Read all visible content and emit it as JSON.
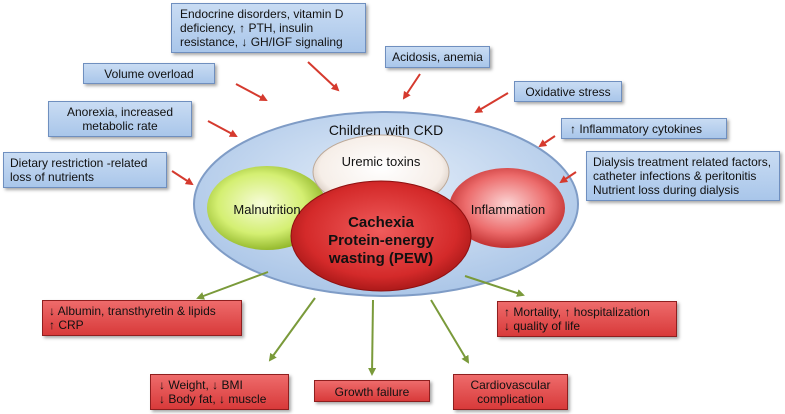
{
  "title": "Children with CKD",
  "ovals": {
    "uremic": "Uremic toxins",
    "malnutrition": "Malnutrition",
    "inflammation": "Inflammation",
    "cachexia": [
      "Cachexia",
      "Protein-energy",
      "wasting (PEW)"
    ]
  },
  "causes": {
    "endocrine": [
      "Endocrine disorders, vitamin D",
      "deficiency, ↑ PTH, insulin",
      "resistance, ↓ GH/IGF signaling"
    ],
    "acidosis": "Acidosis, anemia",
    "volume": "Volume overload",
    "oxidative": "Oxidative stress",
    "anorexia": [
      "Anorexia, increased",
      "metabolic rate"
    ],
    "cytokines": "↑  Inflammatory cytokines",
    "dietary": [
      "Dietary restriction -related",
      "loss of nutrients"
    ],
    "dialysis": [
      "Dialysis treatment related factors,",
      "catheter infections & peritonitis",
      "Nutrient loss during dialysis"
    ]
  },
  "outcomes": {
    "albumin": [
      "↓ Albumin, transthyretin & lipids",
      "↑ CRP"
    ],
    "mortality": [
      "↑ Mortality,  ↑  hospitalization",
      "↓ quality of life"
    ],
    "weight": [
      "↓ Weight, ↓ BMI",
      "↓ Body fat, ↓ muscle"
    ],
    "growth": "Growth failure",
    "cardio": [
      "Cardiovascular",
      "complication"
    ]
  },
  "colors": {
    "cause_box": "#b7cfee",
    "outcome_box": "#e04848",
    "main_oval": "#bcd3ee",
    "uremic_oval": "#f4ece6",
    "malnutrition_oval": "#c6e85a",
    "inflammation_oval": "#e55a5a",
    "cachexia_oval": "#d42a2a",
    "red_arrow": "#d53a2e",
    "green_arrow": "#7a9a3a"
  }
}
